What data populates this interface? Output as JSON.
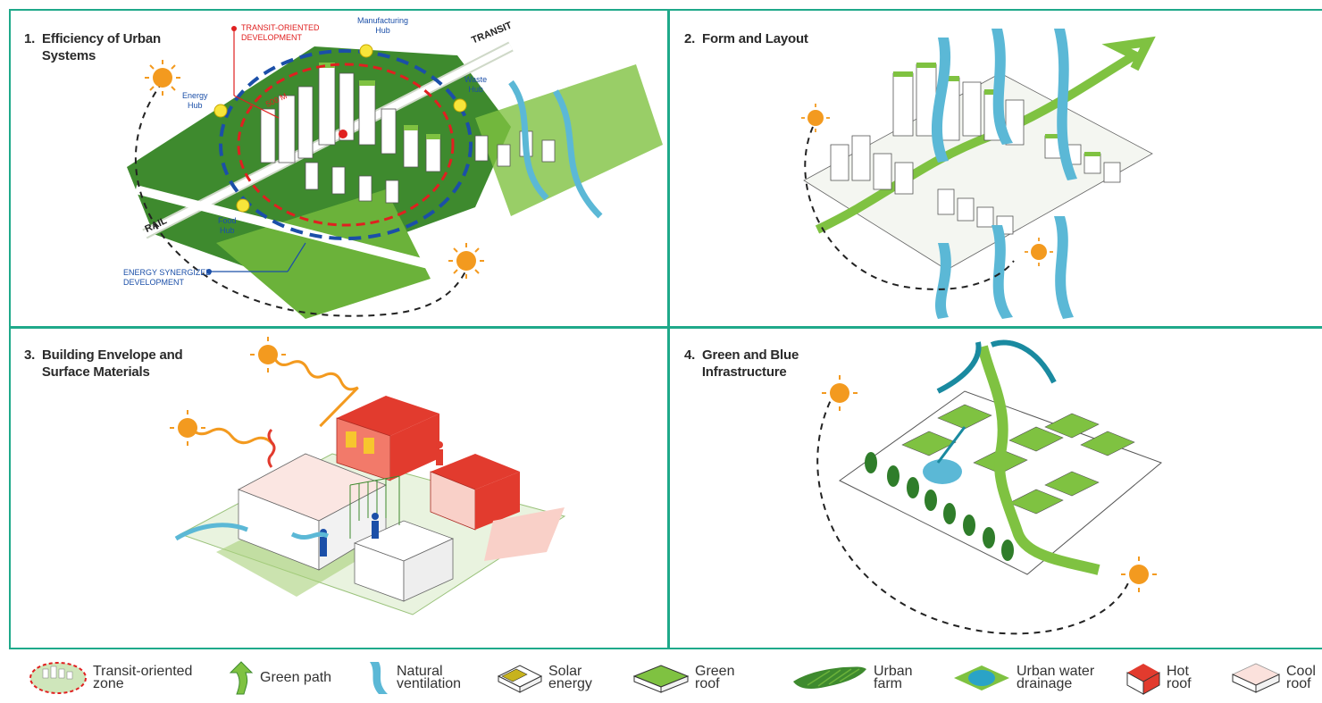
{
  "panels": [
    {
      "id": "p1",
      "title": "1.  Efficiency of Urban\n     Systems"
    },
    {
      "id": "p2",
      "title": "2.  Form and Layout"
    },
    {
      "id": "p3",
      "title": "3.  Building Envelope and\n     Surface Materials"
    },
    {
      "id": "p4",
      "title": "4.  Green and Blue\n     Infrastructure"
    }
  ],
  "panel1_labels": {
    "tod": "TRANSIT-ORIENTED\nDEVELOPMENT",
    "manufacturing": "Manufacturing\nHub",
    "transit": "TRANSIT",
    "energy": "Energy\nHub",
    "waste": "Waste\nHub",
    "food": "Food\nHub",
    "rail": "RAIL",
    "distance": "500 M",
    "esd": "ENERGY SYNERGIZED\nDEVELOPMENT"
  },
  "legend": [
    {
      "icon": "transit-oriented-zone-icon",
      "label": "Transit-oriented\nzone"
    },
    {
      "icon": "green-path-icon",
      "label": "Green path"
    },
    {
      "icon": "natural-ventilation-icon",
      "label": "Natural\nventilation"
    },
    {
      "icon": "solar-energy-icon",
      "label": "Solar\nenergy"
    },
    {
      "icon": "green-roof-icon",
      "label": "Green\nroof"
    },
    {
      "icon": "urban-farm-icon",
      "label": "Urban\nfarm"
    },
    {
      "icon": "urban-water-drainage-icon",
      "label": "Urban water\ndrainage"
    },
    {
      "icon": "hot-roof-icon",
      "label": "Hot\nroof"
    },
    {
      "icon": "cool-roof-icon",
      "label": "Cool\nroof"
    }
  ],
  "colors": {
    "frame": "#1fa98a",
    "green": "#7fc241",
    "dark_green": "#3e8a2e",
    "blue_water": "#5bb8d6",
    "sun": "#f39a1f",
    "hot_red": "#e23b2e",
    "circle_blue": "#1b4fa8",
    "circle_red": "#e02020"
  }
}
